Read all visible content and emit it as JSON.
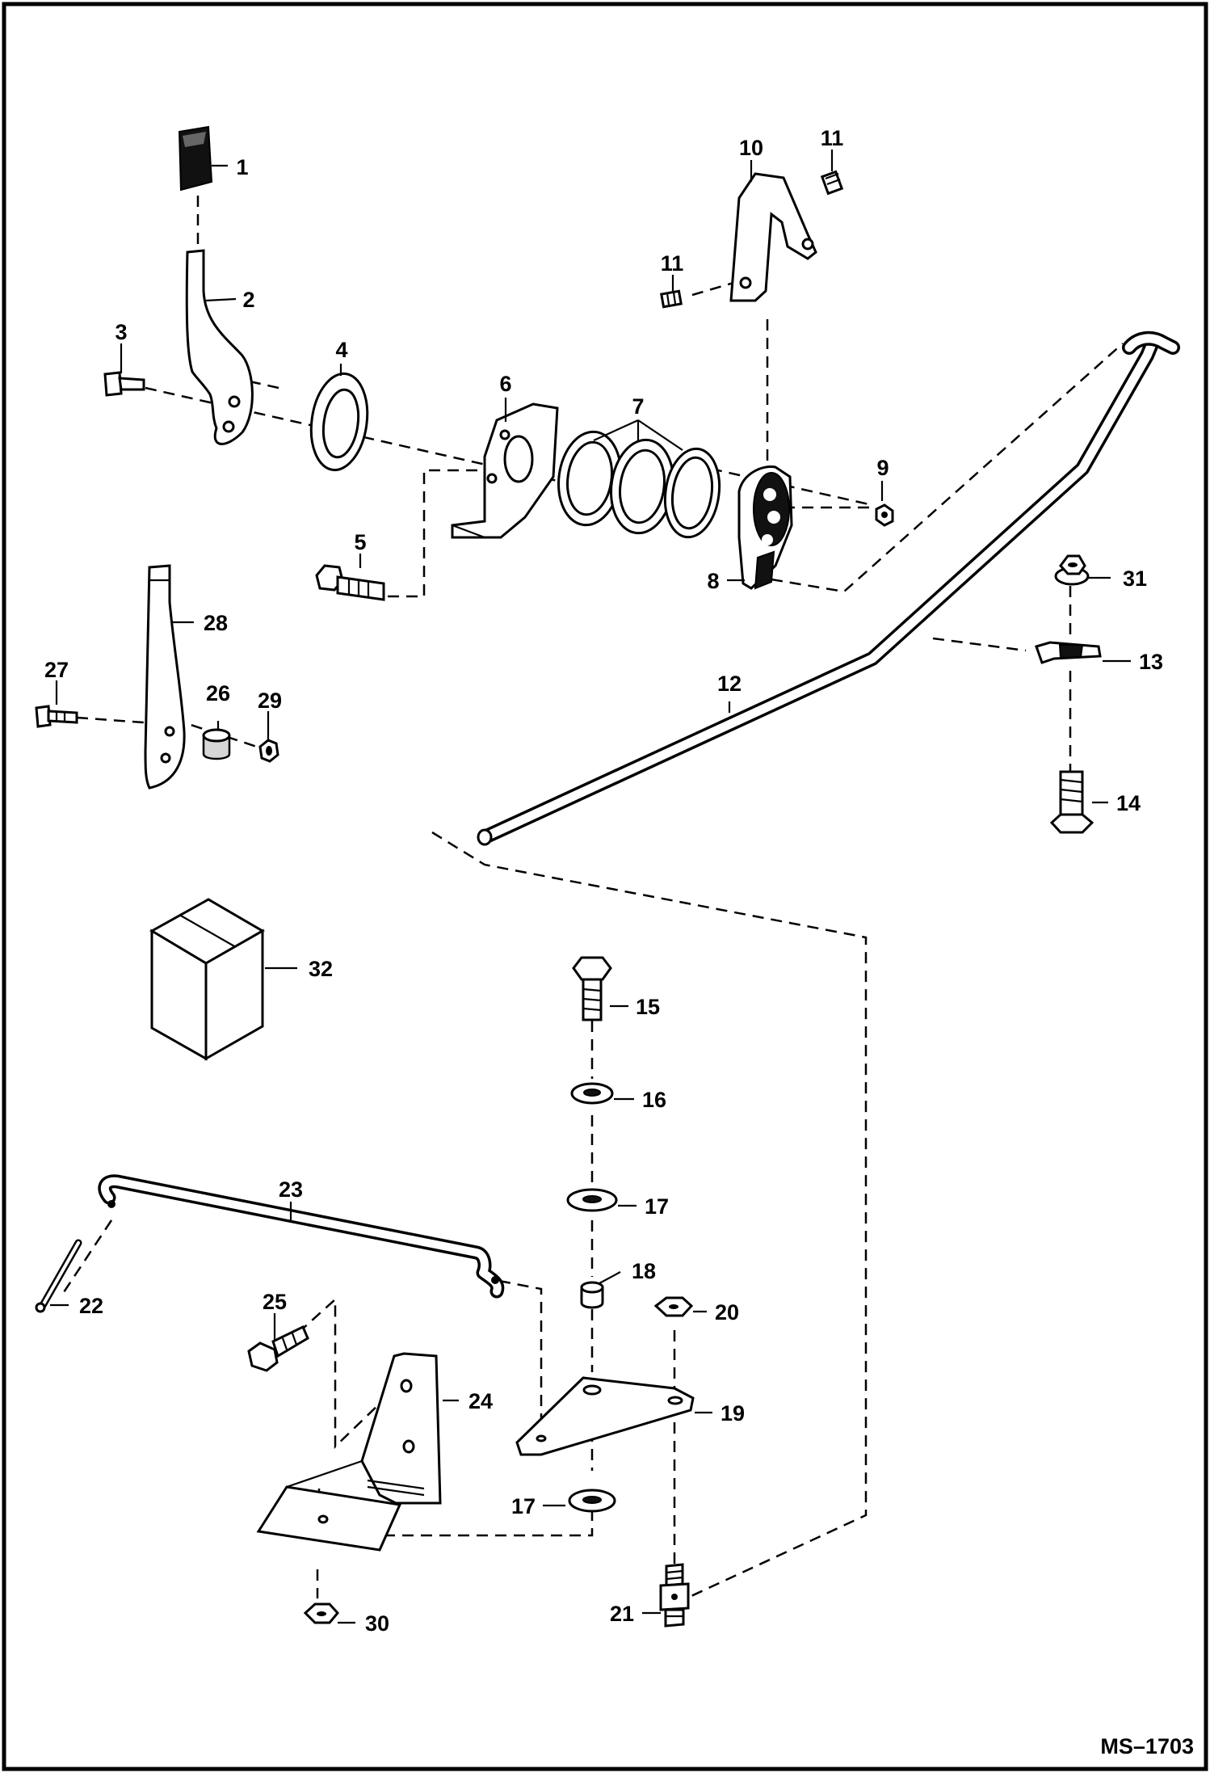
{
  "document_code": "MS–1703",
  "callouts": [
    {
      "id": "1",
      "text": "1"
    },
    {
      "id": "2",
      "text": "2"
    },
    {
      "id": "3",
      "text": "3"
    },
    {
      "id": "4",
      "text": "4"
    },
    {
      "id": "5",
      "text": "5"
    },
    {
      "id": "6",
      "text": "6"
    },
    {
      "id": "7",
      "text": "7"
    },
    {
      "id": "8",
      "text": "8"
    },
    {
      "id": "9",
      "text": "9"
    },
    {
      "id": "10",
      "text": "10"
    },
    {
      "id": "11a",
      "text": "11"
    },
    {
      "id": "11b",
      "text": "11"
    },
    {
      "id": "12",
      "text": "12"
    },
    {
      "id": "13",
      "text": "13"
    },
    {
      "id": "14",
      "text": "14"
    },
    {
      "id": "15",
      "text": "15"
    },
    {
      "id": "16",
      "text": "16"
    },
    {
      "id": "17a",
      "text": "17"
    },
    {
      "id": "17b",
      "text": "17"
    },
    {
      "id": "18",
      "text": "18"
    },
    {
      "id": "19",
      "text": "19"
    },
    {
      "id": "20",
      "text": "20"
    },
    {
      "id": "21",
      "text": "21"
    },
    {
      "id": "22",
      "text": "22"
    },
    {
      "id": "23",
      "text": "23"
    },
    {
      "id": "24",
      "text": "24"
    },
    {
      "id": "25",
      "text": "25"
    },
    {
      "id": "26",
      "text": "26"
    },
    {
      "id": "27",
      "text": "27"
    },
    {
      "id": "28",
      "text": "28"
    },
    {
      "id": "29",
      "text": "29"
    },
    {
      "id": "30",
      "text": "30"
    },
    {
      "id": "31",
      "text": "31"
    },
    {
      "id": "32",
      "text": "32"
    }
  ]
}
